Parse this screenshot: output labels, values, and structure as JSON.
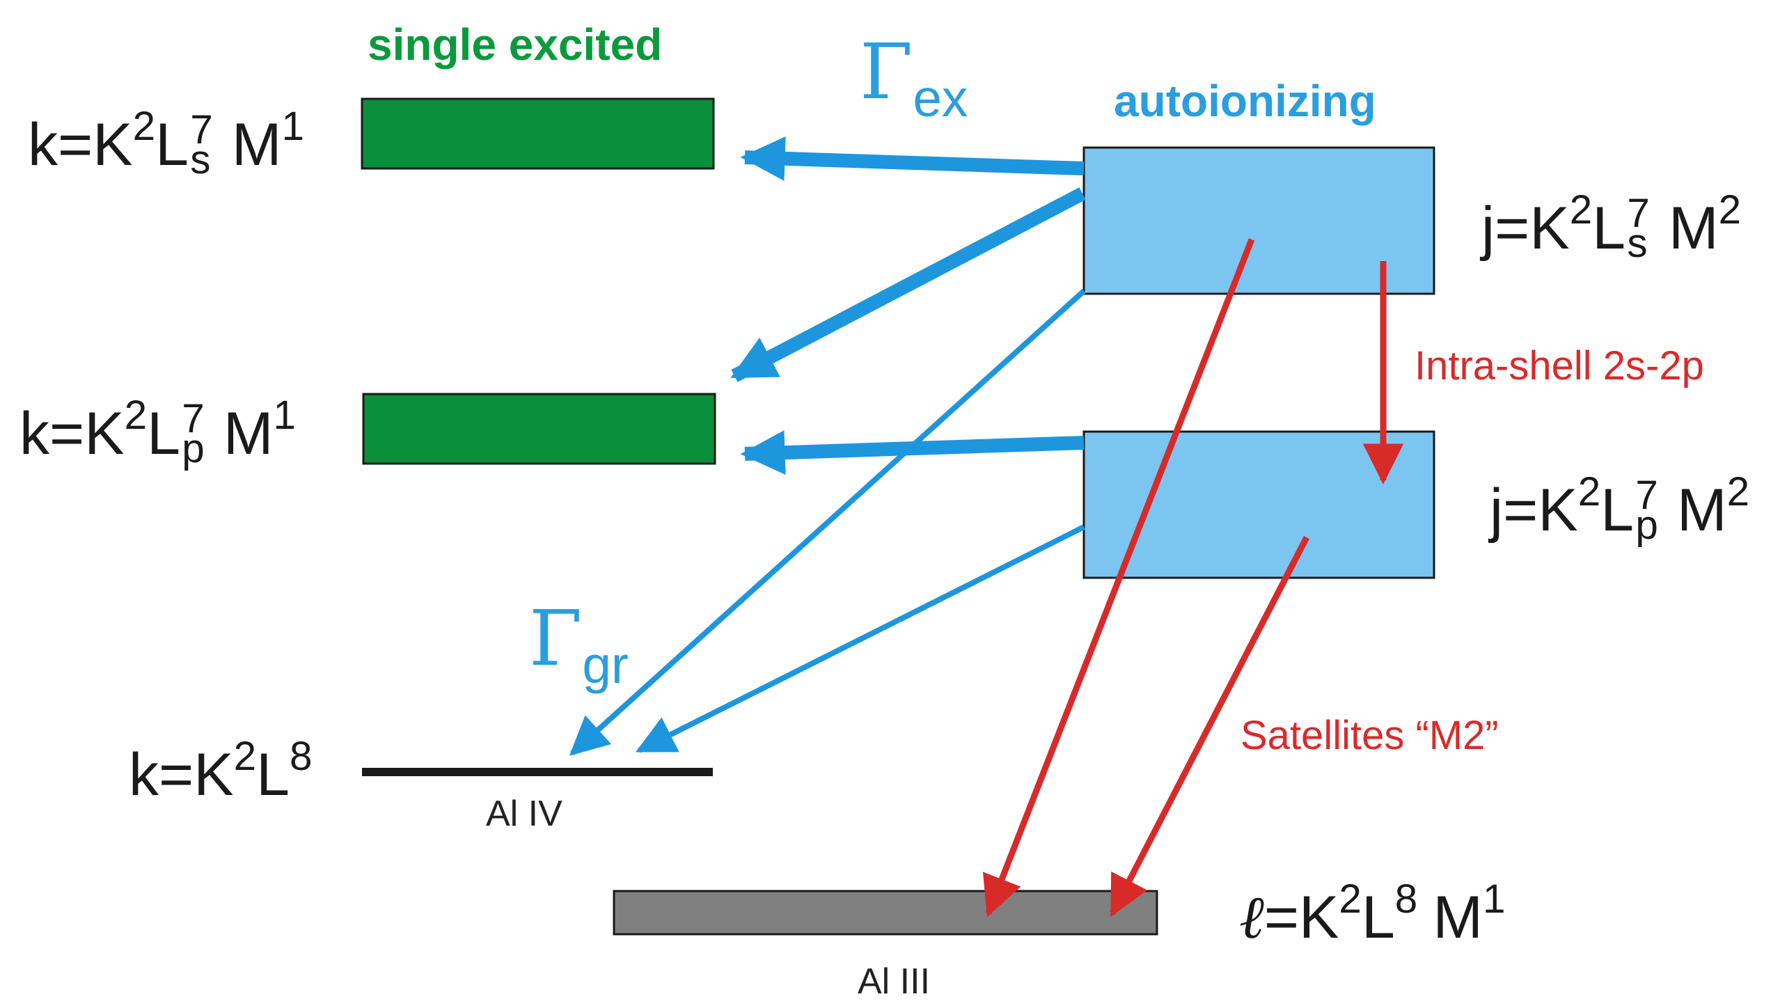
{
  "titles": {
    "single_excited": "single excited",
    "autoionizing": "autoionizing"
  },
  "rates": {
    "gamma_symbol": "Γ",
    "gamma_ex_sub": "ex",
    "gamma_gr_sub": "gr"
  },
  "levels": {
    "k_s": {
      "prefix": "k=K",
      "k_exp": "2",
      "shell": "L",
      "l_exp": "7",
      "l_sub": "s",
      "m": "M",
      "m_exp": "1"
    },
    "k_p": {
      "prefix": "k=K",
      "k_exp": "2",
      "shell": "L",
      "l_exp": "7",
      "l_sub": "p",
      "m": "M",
      "m_exp": "1"
    },
    "k_gr": {
      "prefix": "k=K",
      "k_exp": "2",
      "shell": "L",
      "l_exp": "8"
    },
    "j_s": {
      "prefix": "j=K",
      "k_exp": "2",
      "shell": "L",
      "l_exp": "7",
      "l_sub": "s",
      "m": "M",
      "m_exp": "2"
    },
    "j_p": {
      "prefix": "j=K",
      "k_exp": "2",
      "shell": "L",
      "l_exp": "7",
      "l_sub": "p",
      "m": "M",
      "m_exp": "2"
    },
    "l_next": {
      "ell": "ℓ",
      "prefix": "=K",
      "k_exp": "2",
      "shell": "L",
      "l_exp": "8",
      "m": "M",
      "m_exp": "1"
    }
  },
  "transitions": {
    "intra_shell": "Intra-shell 2s-2p",
    "satellites": "Satellites “M2”"
  },
  "ions": {
    "al_iv": "Al IV",
    "al_iii": "Al III"
  },
  "colors": {
    "single_excited_fill": "#0a8f3a",
    "autoionizing_fill": "#7cc5f0",
    "ground_line": "#1a1a1a",
    "next_ion_fill": "#808080",
    "blue_arrows": "#1e96de",
    "red_arrows": "#d92a2a"
  }
}
